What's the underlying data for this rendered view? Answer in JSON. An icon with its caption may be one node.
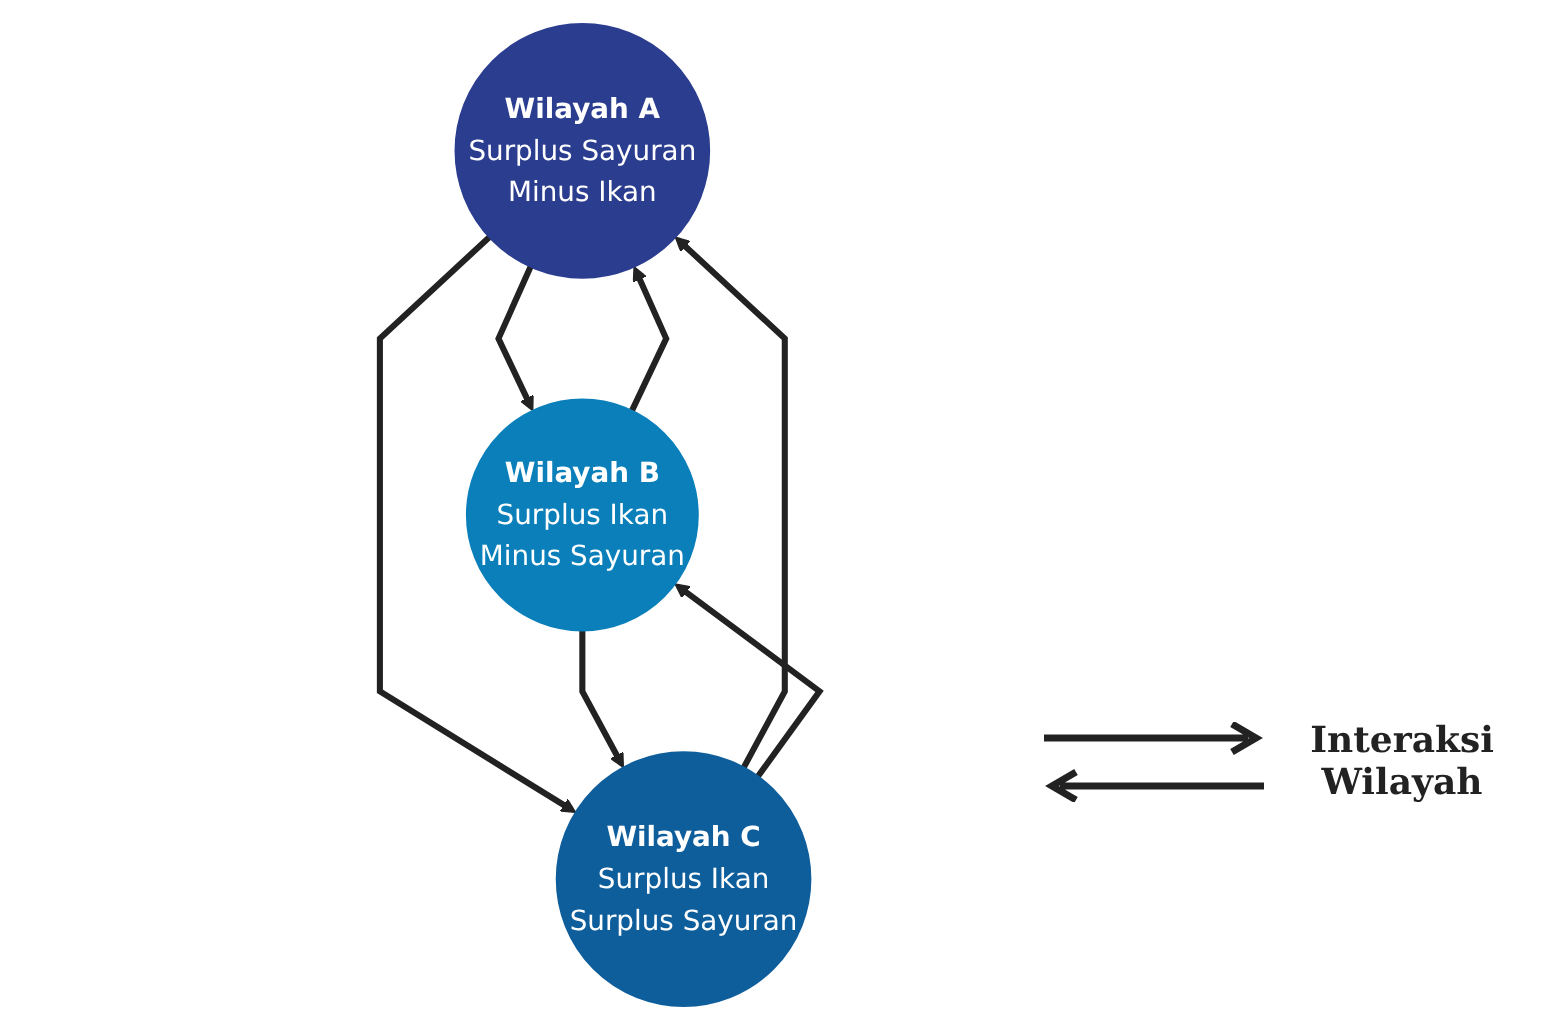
{
  "diagram": {
    "nodes": [
      {
        "text": [
          "Wilayah A",
          "Surplus Sayuran",
          "Minus Ikan"
        ]
      },
      {
        "text": [
          "Wilayah B",
          "Surplus Ikan",
          "Minus Sayuran"
        ]
      },
      {
        "text": [
          "Wilayah C",
          "Surplus Ikan",
          "Surplus Sayuran"
        ]
      }
    ],
    "edges": [
      {
        "from": 0,
        "to": 1,
        "arrow": "to"
      },
      {
        "from": 1,
        "to": 0,
        "arrow": "to"
      },
      {
        "from": 0,
        "to": 2,
        "arrow": "to"
      },
      {
        "from": 2,
        "to": 0,
        "arrow": "to"
      },
      {
        "from": 2,
        "to": 1,
        "arrow": "to"
      },
      {
        "from": 1,
        "to": 2,
        "arrow": "to"
      }
    ],
    "legend": [
      {
        "text": "Interaksi Wilayah"
      }
    ]
  }
}
